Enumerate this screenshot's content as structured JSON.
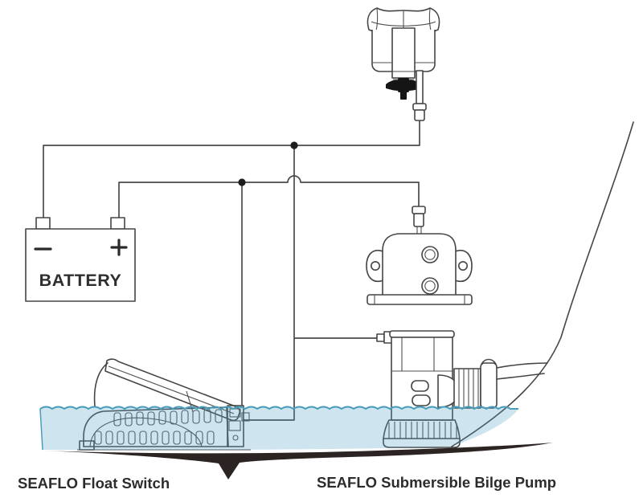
{
  "diagram": {
    "labels": {
      "battery": "BATTERY",
      "battery_minus": "−",
      "battery_plus": "+",
      "float_switch": "SEAFLO Float Switch",
      "bilge_pump": "SEAFLO Submersible Bilge Pump"
    },
    "colors": {
      "line": "#454545",
      "water_fill": "#49a0c4",
      "water_line": "#4b9cba",
      "hull_keel": "#2b2422",
      "terminal_black": "#151515",
      "background": "#ffffff"
    }
  }
}
